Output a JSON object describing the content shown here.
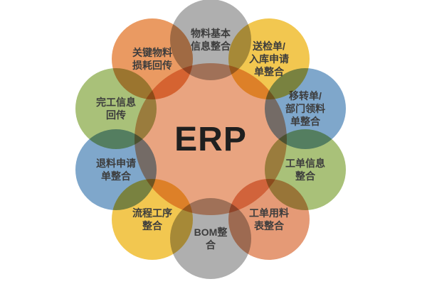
{
  "diagram": {
    "type": "hub-and-spoke-ring",
    "center": {
      "label": "ERP",
      "color": "#E9A480"
    },
    "nodes": [
      {
        "id": "material-basic-info",
        "label": "物料基本\n信息整合",
        "color": "#AFAFAF"
      },
      {
        "id": "inspection-warehouse-request",
        "label": "送检单/\n入库申请\n单整合",
        "color": "#F2C750"
      },
      {
        "id": "transfer-department-picking",
        "label": "移转单/\n部门领料\n单整合",
        "color": "#7FA7CB"
      },
      {
        "id": "work-order-info",
        "label": "工单信息\n整合",
        "color": "#A9C179"
      },
      {
        "id": "work-order-materials",
        "label": "工单用料\n表整合",
        "color": "#E59A76"
      },
      {
        "id": "bom-integration",
        "label": "BOM整\n合",
        "color": "#AFAFAF"
      },
      {
        "id": "process-flow-integration",
        "label": "流程工序\n整合",
        "color": "#F2C750"
      },
      {
        "id": "material-return-request",
        "label": "退料申请\n单整合",
        "color": "#7FA7CB"
      },
      {
        "id": "completion-info-feedback",
        "label": "完工信息\n回传",
        "color": "#A9C179"
      },
      {
        "id": "key-material-loss-feedback",
        "label": "关键物料\n损耗回传",
        "color": "#EA9A62"
      }
    ],
    "colors": {
      "background": "#ffffff",
      "center_salmon": "#E9A480",
      "gray": "#AFAFAF",
      "yellow": "#F2C750",
      "blue": "#7FA7CB",
      "green": "#A9C179",
      "orange": "#EA9A62",
      "text": "#3d3d3d"
    }
  }
}
